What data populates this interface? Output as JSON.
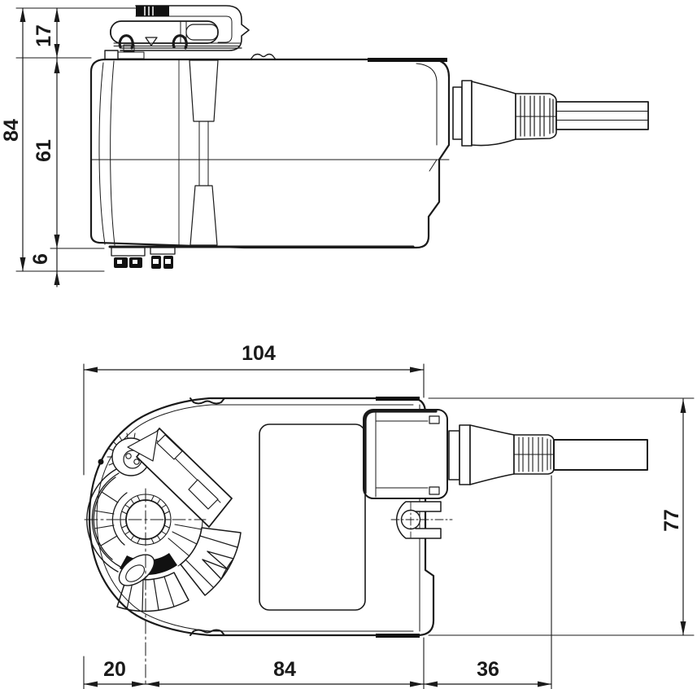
{
  "side_view": {
    "overall_height": "84",
    "clamp_height": "17",
    "body_height": "61",
    "foot_height": "6"
  },
  "top_view": {
    "overall_length": "104",
    "depth": "77",
    "shaft_offset": "20",
    "body_length": "84",
    "gland_length": "36"
  }
}
